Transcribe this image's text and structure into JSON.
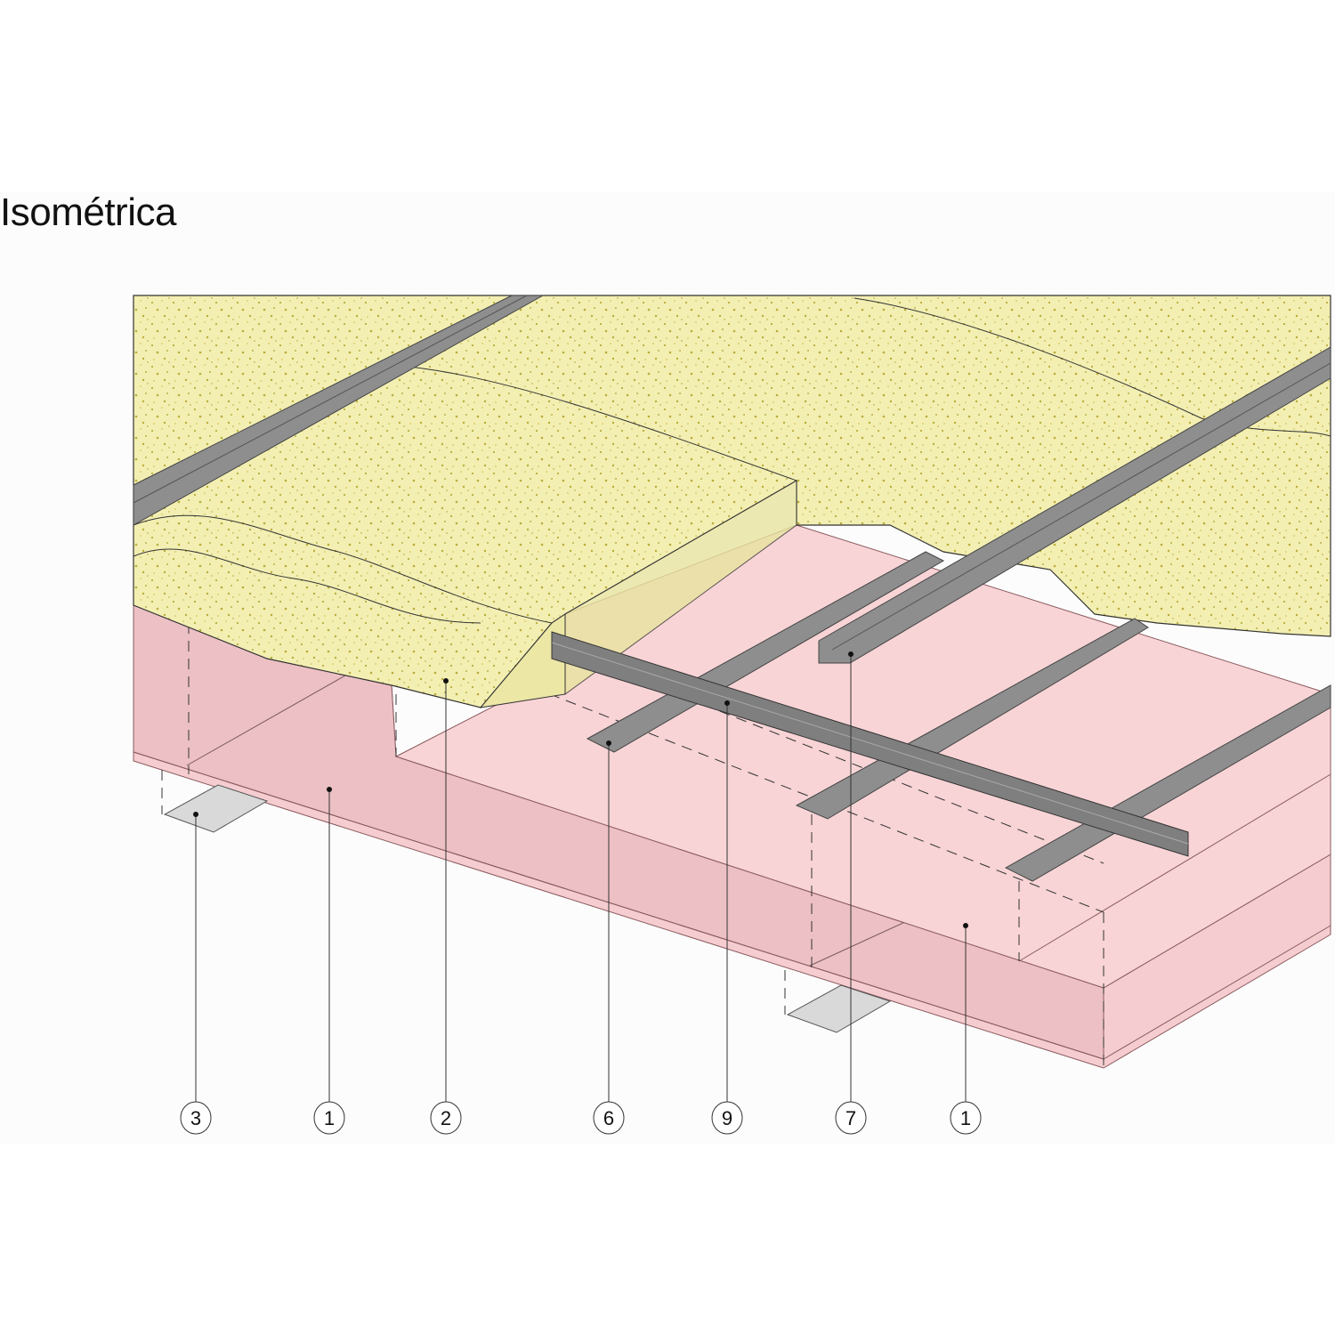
{
  "title": "Isométrica",
  "colors": {
    "insulation": "#f3efb2",
    "speckle": "#b9ac3c",
    "board_top": "#f7d2d4",
    "board_side": "#e9bcc1",
    "steel": "#8e8e8e",
    "steel_dark": "#555555"
  },
  "callouts": [
    {
      "label": "3",
      "part": "lower-stud"
    },
    {
      "label": "1",
      "part": "board-lower"
    },
    {
      "label": "2",
      "part": "insulation"
    },
    {
      "label": "6",
      "part": "furring-channel"
    },
    {
      "label": "9",
      "part": "cross-channel"
    },
    {
      "label": "7",
      "part": "upper-channel"
    },
    {
      "label": "1",
      "part": "board-upper"
    }
  ]
}
